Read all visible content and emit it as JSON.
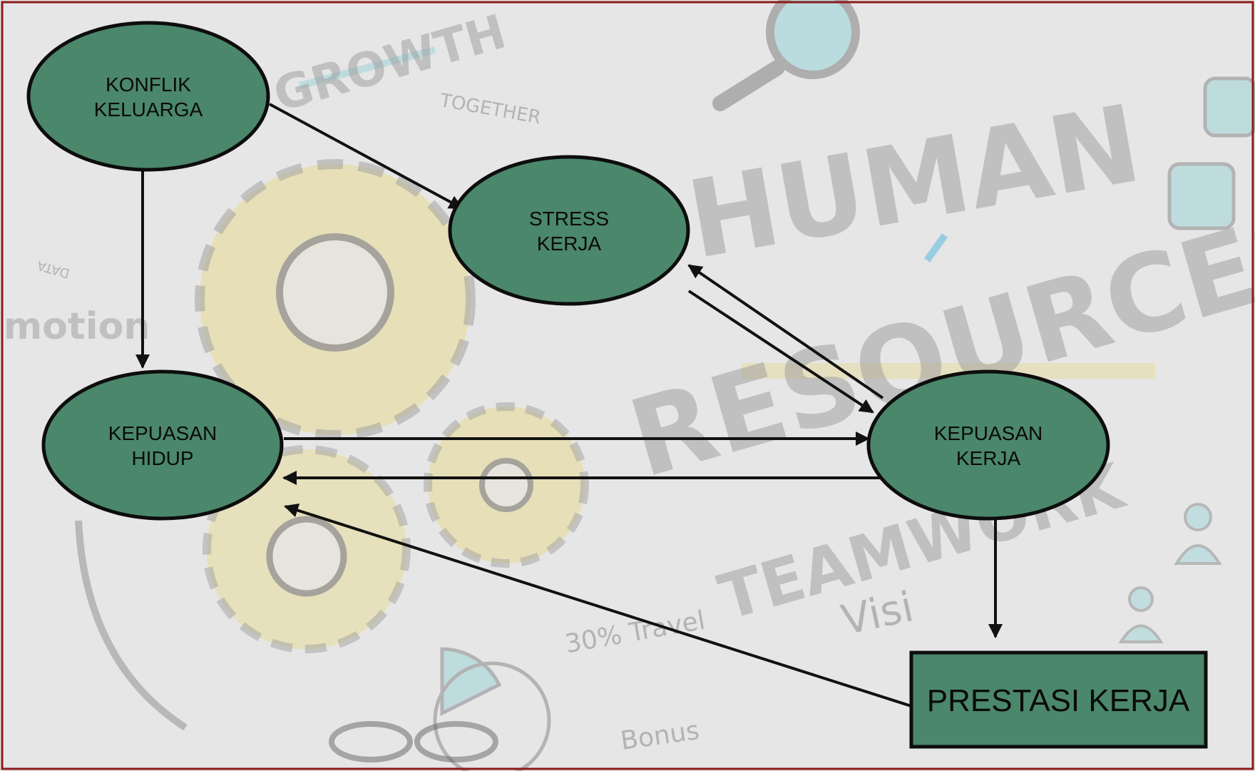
{
  "nodes": {
    "konflik_keluarga": {
      "line1": "KONFLIK",
      "line2": "KELUARGA"
    },
    "stress_kerja": {
      "line1": "STRESS",
      "line2": "KERJA"
    },
    "kepuasan_hidup": {
      "line1": "KEPUASAN",
      "line2": "HIDUP"
    },
    "kepuasan_kerja": {
      "line1": "KEPUASAN",
      "line2": "KERJA"
    },
    "prestasi_kerja": {
      "label": "PRESTASI KERJA"
    }
  },
  "edges": [
    {
      "from": "konflik_keluarga",
      "to": "stress_kerja"
    },
    {
      "from": "konflik_keluarga",
      "to": "kepuasan_hidup"
    },
    {
      "from": "stress_kerja",
      "to": "kepuasan_kerja"
    },
    {
      "from": "kepuasan_kerja",
      "to": "stress_kerja"
    },
    {
      "from": "kepuasan_hidup",
      "to": "kepuasan_kerja"
    },
    {
      "from": "kepuasan_kerja",
      "to": "kepuasan_hidup"
    },
    {
      "from": "kepuasan_kerja",
      "to": "prestasi_kerja"
    },
    {
      "from": "prestasi_kerja",
      "to": "kepuasan_hidup"
    }
  ],
  "background_words": {
    "human": "HUMAN",
    "resources": "RESOURCES",
    "teamwork": "TEAMWORK",
    "growth": "GROWTH",
    "together": "TOGETHER",
    "motion": "motion",
    "data": "DATA",
    "visi": "Visi",
    "travel": "30% Travel",
    "bonus": "Bonus"
  },
  "colors": {
    "node_fill": "#4b876b",
    "node_stroke": "#0d0d0d",
    "frame": "#8b1a1a",
    "background": "#e6e6e6",
    "gear_yellow": "#e8d98a",
    "accent_cyan": "#8fd3d8"
  }
}
